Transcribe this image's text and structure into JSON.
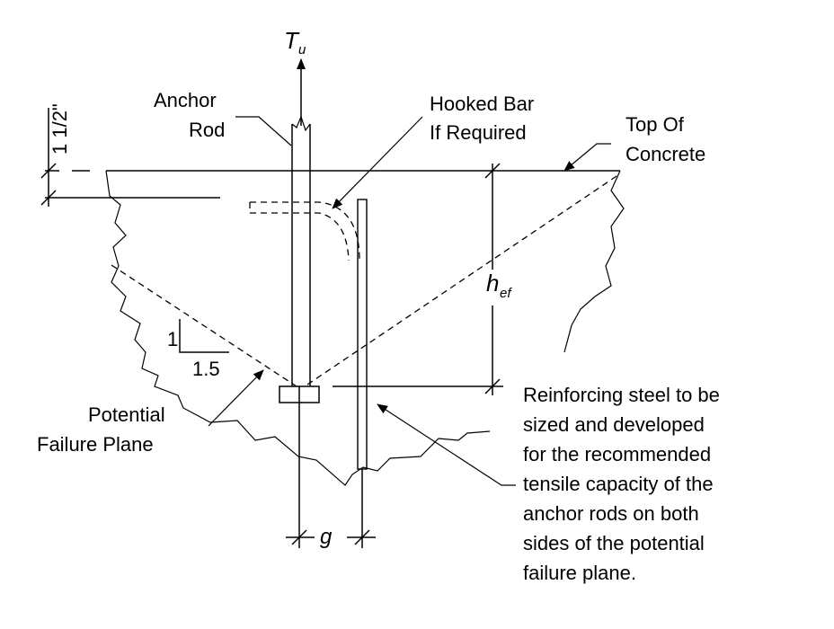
{
  "labels": {
    "load_symbol": "T",
    "load_subscript": "u",
    "cover_dimension": "1 1/2\"",
    "anchor_rod_line1": "Anchor",
    "anchor_rod_line2": "Rod",
    "hooked_bar_line1": "Hooked Bar",
    "hooked_bar_line2": "If Required",
    "top_of_concrete_line1": "Top Of",
    "top_of_concrete_line2": "Concrete",
    "embedment_symbol": "h",
    "embedment_subscript": "ef",
    "slope_rise": "1",
    "slope_run": "1.5",
    "failure_plane_line1": "Potential",
    "failure_plane_line2": "Failure Plane",
    "gap_symbol": "g",
    "reinforcing_note": [
      "Reinforcing steel to be",
      "sized and developed",
      "for the recommended",
      "tensile capacity of the",
      "anchor rods on both",
      "sides of the potential",
      "failure plane."
    ]
  }
}
